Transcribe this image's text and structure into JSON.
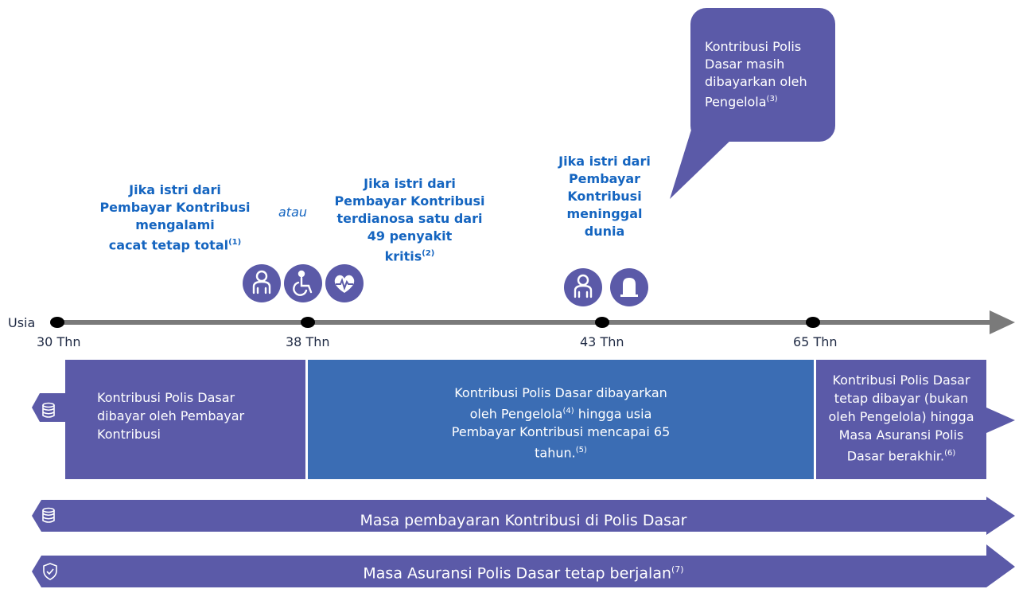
{
  "colors": {
    "purple": "#5b5aa8",
    "blue": "#3b6db4",
    "condition_text": "#1565c0",
    "axis": "#7a7a7a"
  },
  "conditions": {
    "tpd": {
      "line1": "Jika istri dari",
      "line2": "Pembayar Kontribusi",
      "line3": "mengalami",
      "line4": "cacat tetap total",
      "sup": "(1)"
    },
    "or_label": "atau",
    "ci": {
      "line1": "Jika istri dari",
      "line2": "Pembayar Kontribusi",
      "line3": "terdianosa satu dari",
      "line4": "49 penyakit",
      "line5": "kritis",
      "sup": "(2)"
    },
    "death": {
      "line1": "Jika istri dari",
      "line2": "Pembayar",
      "line3": "Kontribusi",
      "line4": "meninggal",
      "line5": "dunia"
    }
  },
  "bubble": {
    "line1": "Kontribusi Polis",
    "line2": "Dasar masih",
    "line3": "dibayarkan oleh",
    "line4": "Pengelola",
    "sup": "(3)"
  },
  "icons": [
    "person-icon",
    "wheelchair-icon",
    "heart-pulse-icon",
    "person-icon",
    "tombstone-icon"
  ],
  "timeline": {
    "axis_label": "Usia",
    "ages": [
      "30 Thn",
      "38 Thn",
      "43 Thn",
      "65 Thn"
    ]
  },
  "phases": {
    "p1": {
      "line1": "Kontribusi Polis Dasar",
      "line2": "dibayar oleh Pembayar",
      "line3": "Kontribusi"
    },
    "p2": {
      "line1": "Kontribusi Polis Dasar dibayarkan",
      "line2a": "oleh Pengelola",
      "sup4": "(4)",
      "line2b": " hingga usia",
      "line3": "Pembayar Kontribusi mencapai 65",
      "line4": "tahun.",
      "sup5": "(5)"
    },
    "p3": {
      "line1": "Kontribusi Polis Dasar",
      "line2": "tetap dibayar (bukan",
      "line3": "oleh Pengelola) hingga",
      "line4": "Masa Asuransi Polis",
      "line5": "Dasar berakhir.",
      "sup6": "(6)"
    }
  },
  "bars": {
    "payment": {
      "label": "Masa pembayaran Kontribusi di Polis Dasar"
    },
    "coverage": {
      "label": "Masa Asuransi Polis Dasar tetap berjalan",
      "sup": "(7)"
    }
  }
}
